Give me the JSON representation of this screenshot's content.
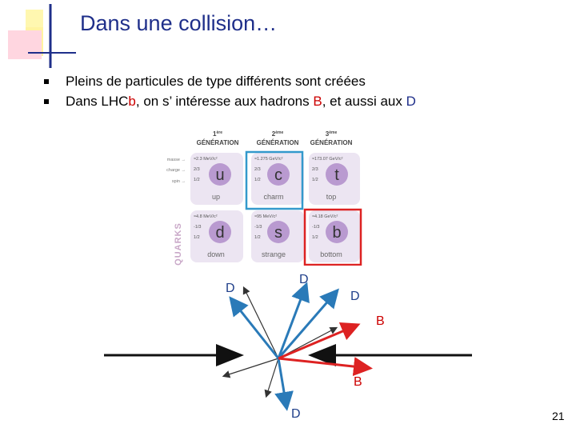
{
  "slide": {
    "title": "Dans une collision…",
    "page_number": "21"
  },
  "bullets": [
    {
      "segments": [
        "Pleins de particules de type différents sont créées"
      ]
    },
    {
      "segments": [
        "Dans LHC",
        "b",
        ", on s’ intéresse aux hadrons ",
        "B",
        ", et aussi aux ",
        "D"
      ]
    }
  ],
  "quark_table": {
    "side_label": "QUARKS",
    "row_labels": [
      "masse →",
      "charge →",
      "spin →"
    ],
    "generations": [
      {
        "number": "1",
        "suffix": "ère",
        "label": "GÉNÉRATION"
      },
      {
        "number": "2",
        "suffix": "ème",
        "label": "GÉNÉRATION"
      },
      {
        "number": "3",
        "suffix": "ème",
        "label": "GÉNÉRATION"
      }
    ],
    "quarks": [
      {
        "symbol": "u",
        "name": "up",
        "mass": "≈2.3 MeV/c²",
        "charge": "2/3",
        "spin": "1/2"
      },
      {
        "symbol": "c",
        "name": "charm",
        "mass": "≈1.275 GeV/c²",
        "charge": "2/3",
        "spin": "1/2"
      },
      {
        "symbol": "t",
        "name": "top",
        "mass": "≈173.07 GeV/c²",
        "charge": "2/3",
        "spin": "1/2"
      },
      {
        "symbol": "d",
        "name": "down",
        "mass": "≈4.8 MeV/c²",
        "charge": "-1/3",
        "spin": "1/2"
      },
      {
        "symbol": "s",
        "name": "strange",
        "mass": "≈95 MeV/c²",
        "charge": "-1/3",
        "spin": "1/2"
      },
      {
        "symbol": "b",
        "name": "bottom",
        "mass": "≈4.18 GeV/c²",
        "charge": "-1/3",
        "spin": "1/2"
      }
    ],
    "highlight_colors": {
      "charm": "#3399cc",
      "bottom": "#dd2222"
    }
  },
  "diagram": {
    "labels": {
      "d_top_left": "D",
      "d_top_mid": "D",
      "d_top_right": "D",
      "b_right": "B",
      "b_lower": "B",
      "d_bottom": "D"
    },
    "colors": {
      "d_arrows": "#2a7ab8",
      "b_arrows": "#dd2222",
      "beam": "#111111"
    }
  }
}
